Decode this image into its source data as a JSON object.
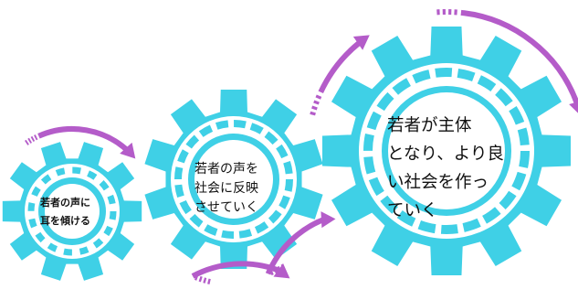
{
  "colors": {
    "gear": "#3fd0e6",
    "gear_inner": "#ffffff",
    "arrow": "#b45cc9",
    "text": "#111111"
  },
  "gears": [
    {
      "name": "small",
      "lines": [
        "若者の声に",
        "耳を傾ける"
      ]
    },
    {
      "name": "medium",
      "lines": [
        "若者の声を",
        "社会に反映",
        "させていく"
      ]
    },
    {
      "name": "large",
      "lines": [
        "若者が主体",
        "となり、より良",
        "い社会を作っ",
        "ていく"
      ]
    }
  ]
}
